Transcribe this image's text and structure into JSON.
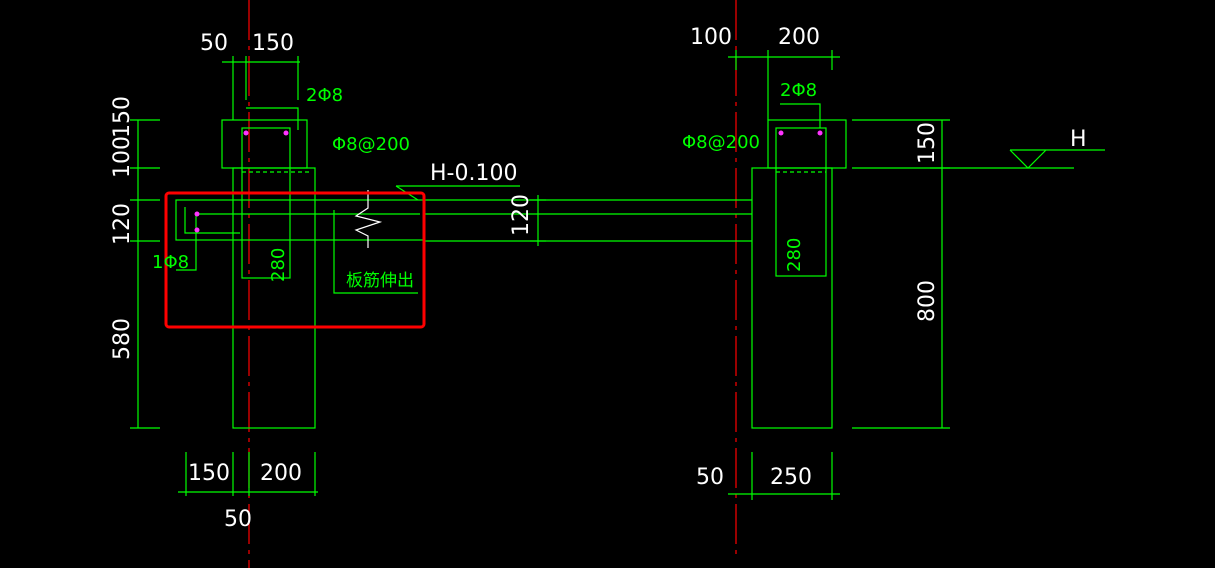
{
  "left_section": {
    "dim_top_1": "50",
    "dim_top_2": "150",
    "rebar_top": "2Φ8",
    "stirrup": "Φ8@200",
    "level": "H-0.100",
    "dim_left_1": "150",
    "dim_left_2": "100",
    "dim_left_3": "120",
    "dim_left_4": "580",
    "rebar_side": "1Φ8",
    "dim_beam_depth": "280",
    "note": "板筋伸出",
    "dim_bottom_1": "150",
    "dim_bottom_2": "200",
    "dim_bottom_3": "50"
  },
  "slab": {
    "thickness": "120"
  },
  "right_section": {
    "dim_top_1": "100",
    "dim_top_2": "200",
    "rebar_top": "2Φ8",
    "stirrup": "Φ8@200",
    "dim_right_1": "150",
    "dim_right_2": "800",
    "dim_beam_depth": "280",
    "dim_bottom_1": "50",
    "dim_bottom_2": "250",
    "level_symbol": "H"
  },
  "colors": {
    "background": "#000000",
    "linework": "#00ff00",
    "axis": "#ff0000",
    "highlight": "#ff0000",
    "dimension_text": "#ffffff"
  }
}
